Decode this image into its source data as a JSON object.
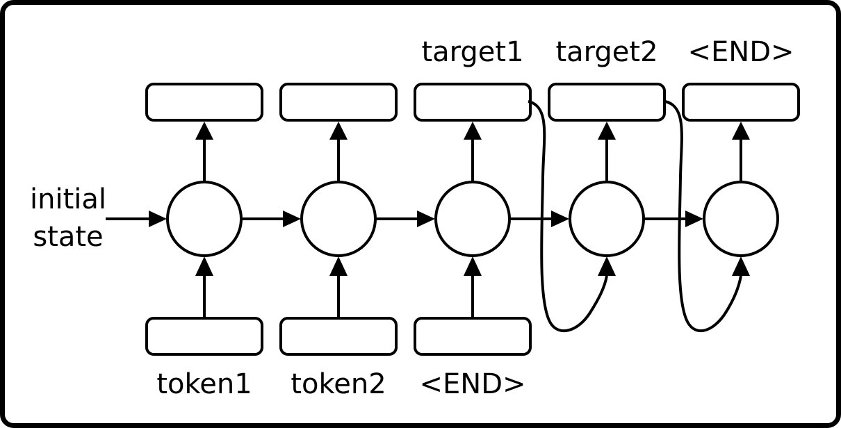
{
  "diagram": {
    "type": "unrolled-rnn-seq2seq",
    "description": "Recurrent network unrolled over time: three input tokens feed encoder steps, decoder steps emit targets; each emitted output feeds back into the next cell.",
    "colors": {
      "stroke": "#000000",
      "background": "#ffffff",
      "node_fill": "#ffffff"
    },
    "initial_state": {
      "lines": [
        "initial",
        "state"
      ]
    },
    "inputs": [
      "token1",
      "token2",
      "<END>"
    ],
    "outputs": [
      "target1",
      "target2",
      "<END>"
    ],
    "cell_count": 5,
    "output_box_count": 5,
    "input_box_count": 3,
    "feedback_connections": [
      {
        "from": "output-box-3",
        "to": "rnn-cell-4"
      },
      {
        "from": "output-box-4",
        "to": "rnn-cell-5"
      }
    ]
  }
}
